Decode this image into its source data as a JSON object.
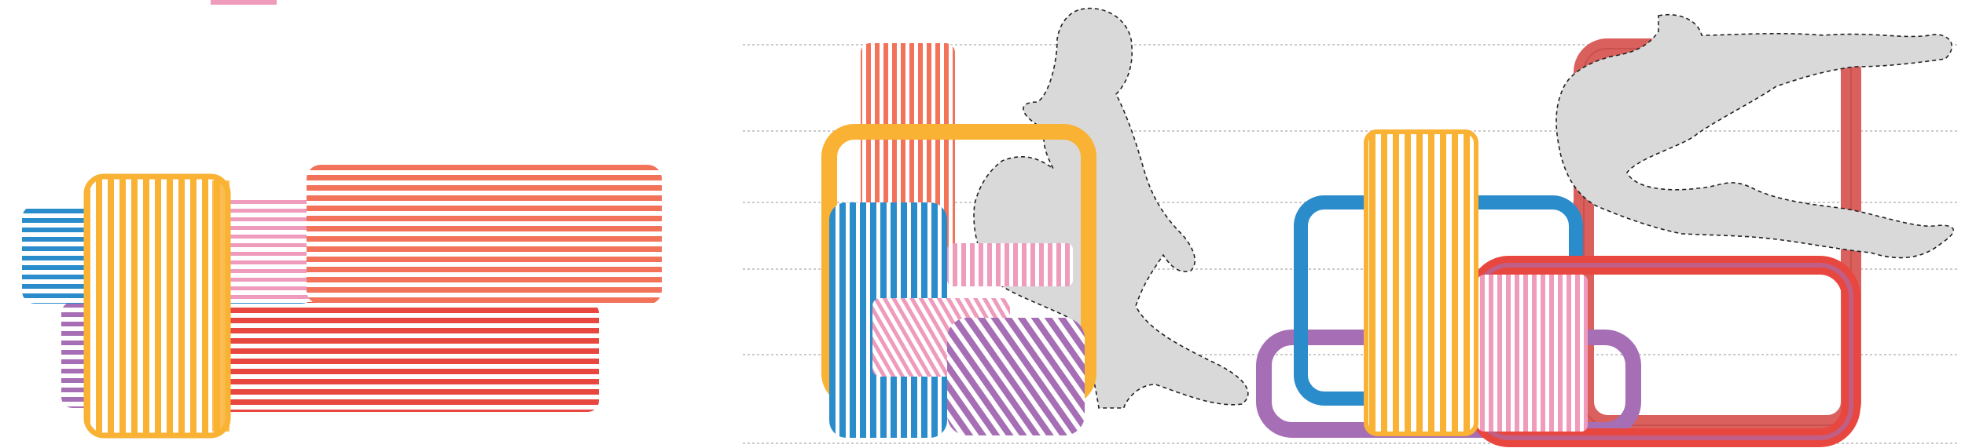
{
  "colors": {
    "background": "#ffffff",
    "red": "#e8473f",
    "coral": "#f2735a",
    "orange": "#f9b233",
    "blue": "#2b8ccc",
    "pink": "#ef9bbb",
    "purple": "#a66eb5",
    "dusty_red": "#d9605d",
    "figure_fill": "#d9d9d9",
    "guide_line": "#b9b9b9"
  },
  "views": [
    {
      "name": "top-plan-view",
      "modules": [
        "blue",
        "orange",
        "pink",
        "coral",
        "purple",
        "red"
      ]
    },
    {
      "name": "side-elevation-crouching-figure",
      "modules": [
        "coral",
        "orange",
        "blue",
        "pink",
        "purple"
      ]
    },
    {
      "name": "side-elevation-reclining-figure",
      "modules": [
        "dusty_red",
        "orange",
        "blue",
        "pink",
        "purple",
        "red"
      ]
    }
  ],
  "guide_lines": {
    "count": 6,
    "style": "dashed"
  },
  "figures": [
    {
      "name": "crouching-human-silhouette",
      "icon": "human-figure-icon"
    },
    {
      "name": "reclining-human-silhouette",
      "icon": "human-figure-icon"
    }
  ]
}
